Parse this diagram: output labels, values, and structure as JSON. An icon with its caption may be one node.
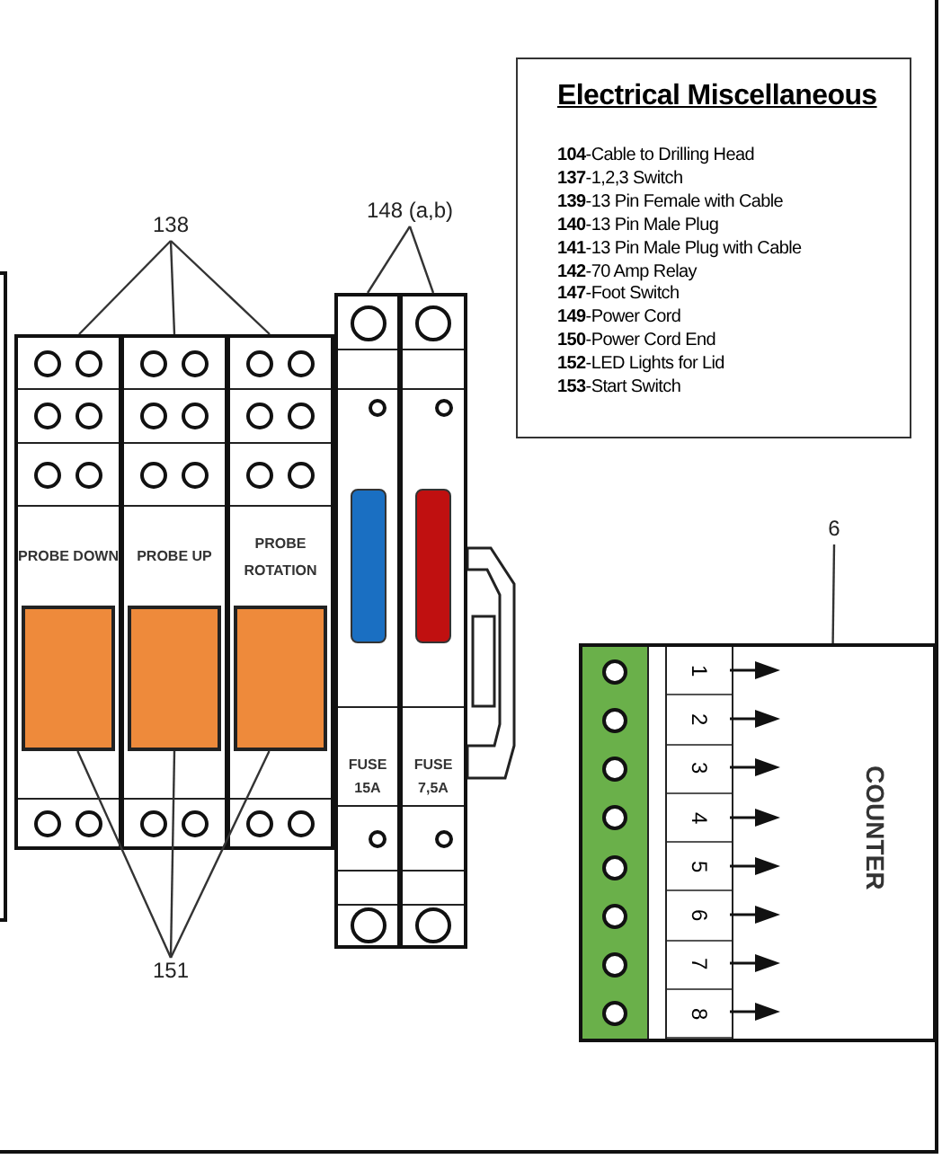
{
  "diagram": {
    "nodes": [
      {
        "text": [
          "Electrical Miscellaneous",
          "**104**-Cable to Drilling Head",
          "**137**-1,2,3 Switch",
          "**139**-13 Pin Female with Cable",
          "**140**-13 Pin Male Plug",
          "**141**-13 Pin Male Plug with Cable",
          "**142**-70 Amp Relay",
          "**147**-Foot Switch",
          "**149**-Power Cord",
          "**150**-Power Cord End",
          "**152**-LED Lights for Lid",
          "**153**-Start Switch"
        ]
      },
      {
        "text": [
          "138"
        ]
      },
      {
        "text": [
          "PROBE DOWN"
        ]
      },
      {
        "text": [
          "PROBE UP"
        ]
      },
      {
        "text": [
          "PROBE ROTATION"
        ]
      },
      {
        "text": [],
        "shape": "box",
        "in": 2
      },
      {
        "text": [],
        "shape": "box",
        "in": 3
      },
      {
        "text": [],
        "shape": "box",
        "in": 4
      },
      {
        "text": [
          "151"
        ]
      },
      {
        "text": [
          "148 (a,b)"
        ]
      },
      {
        "text": [
          "FUSE 15A"
        ]
      },
      {
        "text": [
          "FUSE 7,5A"
        ]
      },
      {
        "text": [],
        "shape": "bar",
        "in": 10
      },
      {
        "text": [],
        "shape": "bar",
        "in": 11
      },
      {
        "text": [
          "6"
        ]
      },
      {
        "text": [
          "COUNTER"
        ]
      }
    ],
    "edges": [
      {
        "from": 1,
        "to": 2,
        "arrow": "none"
      },
      {
        "from": 1,
        "to": 3,
        "arrow": "none"
      },
      {
        "from": 1,
        "to": 4,
        "arrow": "none"
      },
      {
        "from": 8,
        "to": 5,
        "arrow": "none"
      },
      {
        "from": 8,
        "to": 6,
        "arrow": "none"
      },
      {
        "from": 8,
        "to": 7,
        "arrow": "none"
      },
      {
        "from": 9,
        "to": 10,
        "arrow": "none"
      },
      {
        "from": 9,
        "to": 11,
        "arrow": "none"
      },
      {
        "from": 14,
        "to": 15,
        "arrow": "none"
      }
    ],
    "labels": [
      "1",
      "2",
      "3",
      "4",
      "5",
      "6",
      "7",
      "8"
    ]
  }
}
